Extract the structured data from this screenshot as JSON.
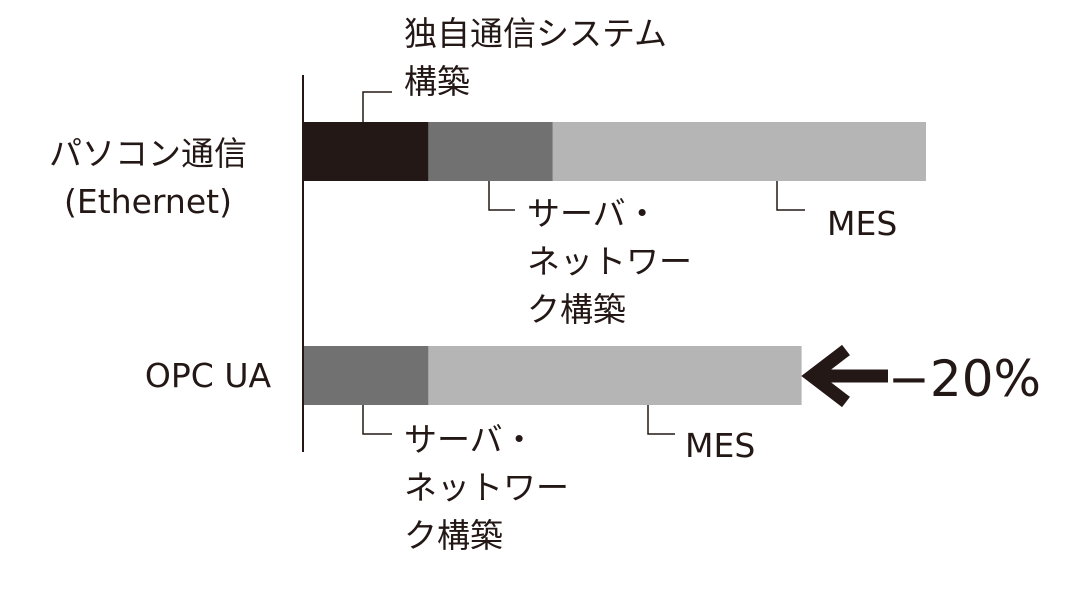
{
  "chart_data": {
    "type": "bar",
    "orientation": "horizontal",
    "stacked": true,
    "categories": [
      "パソコン通信\n(Ethernet)",
      "OPC UA"
    ],
    "category_lines": [
      [
        "パソコン通信",
        "(Ethernet)"
      ],
      [
        "OPC UA"
      ]
    ],
    "series": [
      {
        "name": "独自通信システム構築",
        "color": "#231815",
        "values": [
          1,
          0
        ]
      },
      {
        "name": "サーバ・ネットワーク構築",
        "color": "#727171",
        "values": [
          1,
          1
        ]
      },
      {
        "name": "MES",
        "color": "#b5b5b6",
        "values": [
          3,
          3
        ]
      }
    ],
    "annotations": {
      "bar1": {
        "own": [
          "独自通信システム",
          "構築"
        ],
        "server": [
          "サーバ・",
          "ネットワー",
          "ク構築"
        ],
        "mes": [
          "MES"
        ]
      },
      "bar2": {
        "server": [
          "サーバ・",
          "ネットワー",
          "ク構築"
        ],
        "mes": [
          "MES"
        ]
      },
      "reduction": "−20%"
    },
    "title": "",
    "xlabel": "",
    "ylabel": "",
    "grid": false
  }
}
